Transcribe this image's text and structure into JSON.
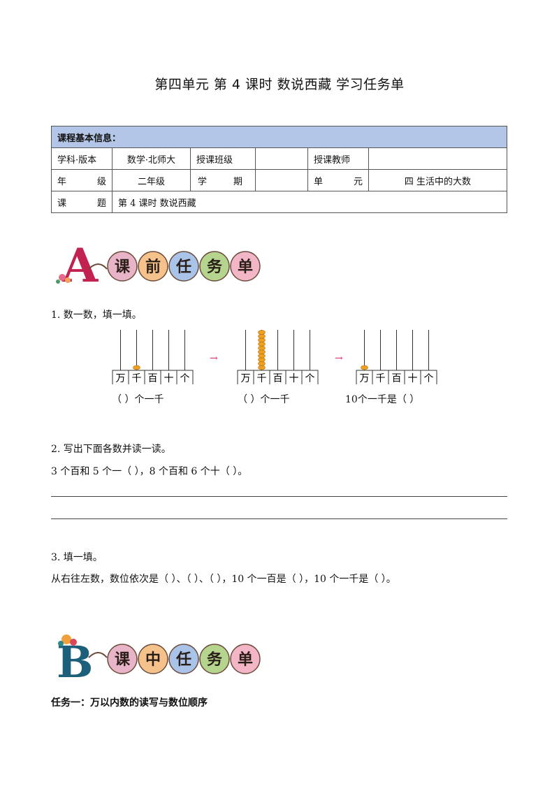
{
  "title": "第四单元  第 4 课时  数说西藏  学习任务单",
  "info": {
    "header": "课程基本信息：",
    "r1": [
      "学科·版本",
      "数学·北师大",
      "授课班级",
      "",
      "授课教师",
      ""
    ],
    "r2_c0a": "年",
    "r2_c0b": "级",
    "r2_c1": "二年级",
    "r2_c2a": "学",
    "r2_c2b": "期",
    "r2_c4a": "单",
    "r2_c4b": "元",
    "r2_c5": "四  生活中的大数",
    "r3_c0a": "课",
    "r3_c0b": "题",
    "r3_c1": "第 4 课时  数说西藏"
  },
  "bannerA": {
    "letter": "A",
    "chars": [
      "课",
      "前",
      "任",
      "务",
      "单"
    ],
    "colors": [
      "#e8b4c8",
      "#f6c28b",
      "#a9c4e8",
      "#b5d58f",
      "#f2b6c6"
    ]
  },
  "q1": {
    "text": "1.        数一数，填一填。",
    "abacus_labels": [
      "万",
      "千",
      "百",
      "十",
      "个"
    ],
    "abacus_beads": [
      [
        0,
        1,
        0,
        0,
        0
      ],
      [
        0,
        10,
        0,
        0,
        0
      ],
      [
        1,
        0,
        0,
        0,
        0
      ]
    ],
    "captions": [
      "（        ）个一千",
      "（        ）个一千",
      "10个一千是（        ）"
    ],
    "arrow": "→"
  },
  "q2": {
    "text": "2.    写出下面各数并读一读。",
    "sub": "3 个百和 5 个一（    ），8 个百和 6 个十（    ）。"
  },
  "q3": {
    "text": "3.    填一填。",
    "sub": "从右往左数，数位依次是（    ）、（    ）、（    ），10 个一百是（    ），10 个一千是（    ）。"
  },
  "bannerB": {
    "letter": "B",
    "chars": [
      "课",
      "中",
      "任",
      "务",
      "单"
    ],
    "colors": [
      "#e8b4c8",
      "#f6c28b",
      "#a9c4e8",
      "#b5d58f",
      "#f2b6c6"
    ]
  },
  "task1": "任务一：万以内数的读写与数位顺序"
}
